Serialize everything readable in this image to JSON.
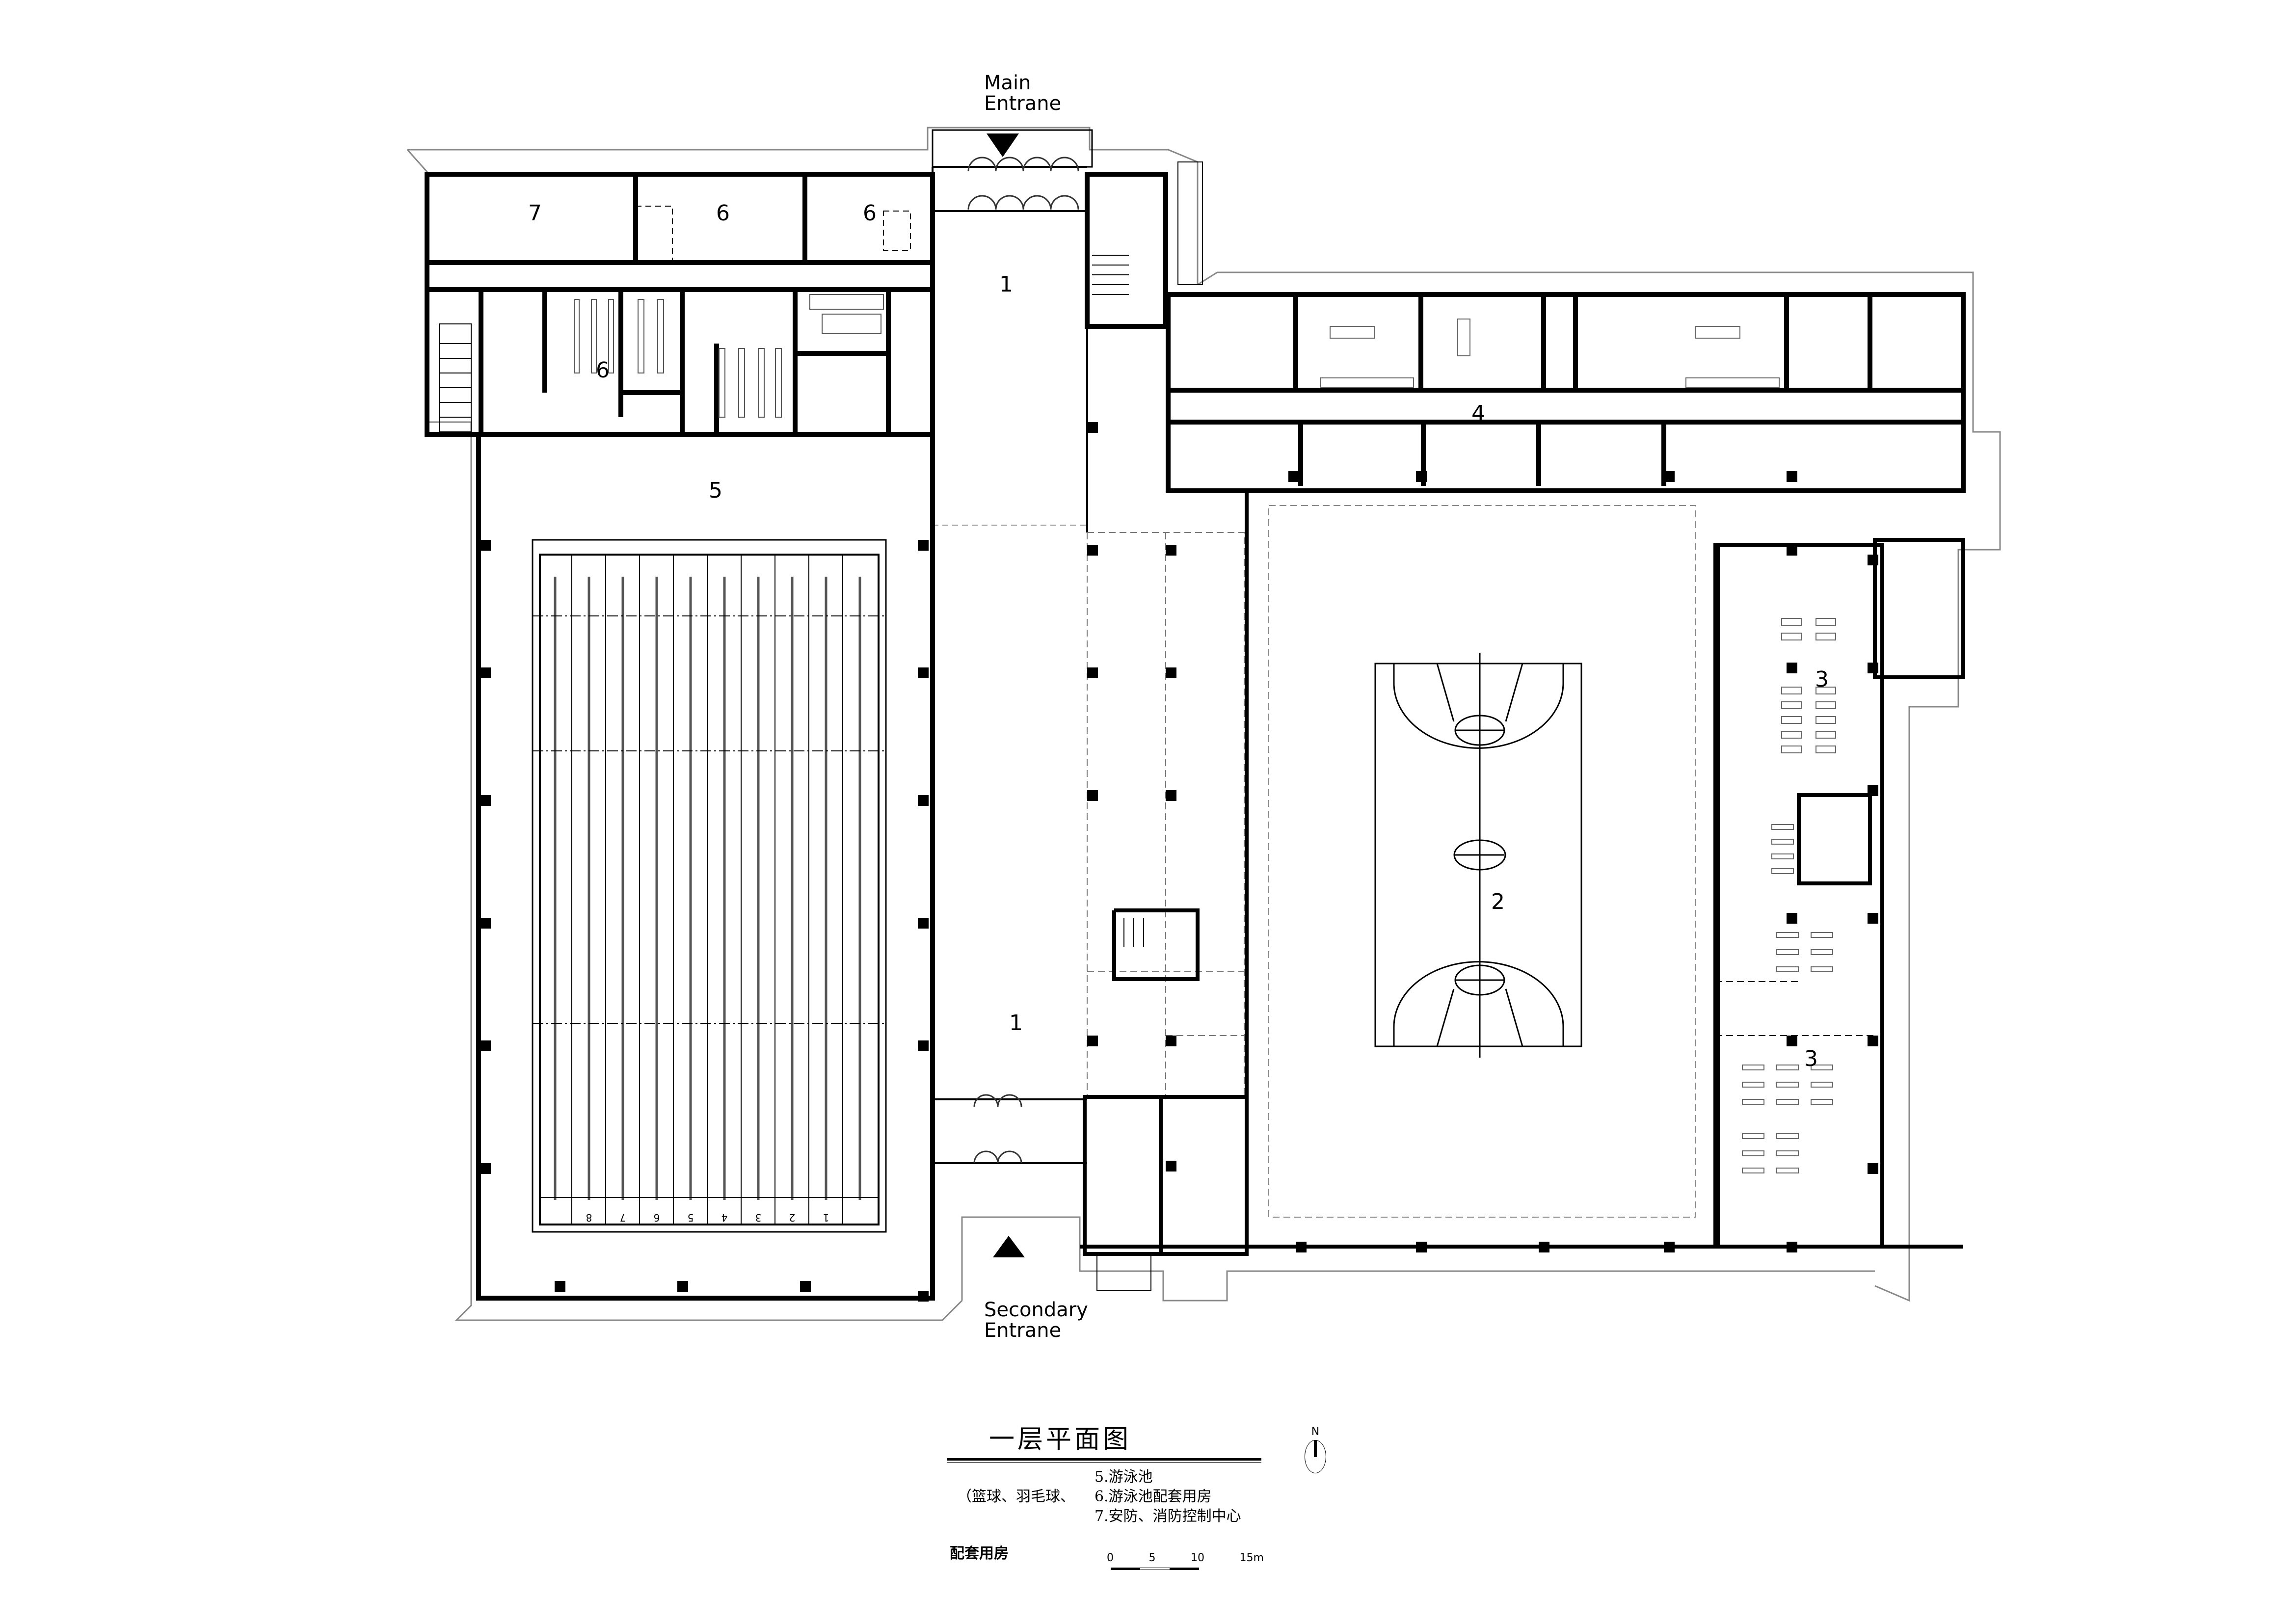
{
  "drawing": {
    "title": "一层平面图",
    "type": "floor plan",
    "north_label": "N",
    "entrances": {
      "main": {
        "line1": "Main",
        "line2": "Entrane"
      },
      "secondary": {
        "line1": "Secondary",
        "line2": "Entrane"
      }
    },
    "room_labels": {
      "lobby_north": "1",
      "lobby_south": "1",
      "gym": "2",
      "training_north": "3",
      "training_south": "3",
      "corridor_rooms": "4",
      "pool_hall": "5",
      "pool_support_a": "6",
      "pool_support_b": "6",
      "pool_support_c": "6",
      "security_center": "7"
    },
    "pool_lanes": [
      "8",
      "7",
      "6",
      "5",
      "4",
      "3",
      "2",
      "1"
    ],
    "legend": {
      "left_line": "（篮球、羽毛球、",
      "bottom_line": "配套用房",
      "items": [
        "5.游泳池",
        "6.游泳池配套用房",
        "7.安防、消防控制中心"
      ]
    },
    "scale_bar": {
      "ticks": [
        "0",
        "5",
        "10",
        "15m"
      ]
    }
  }
}
